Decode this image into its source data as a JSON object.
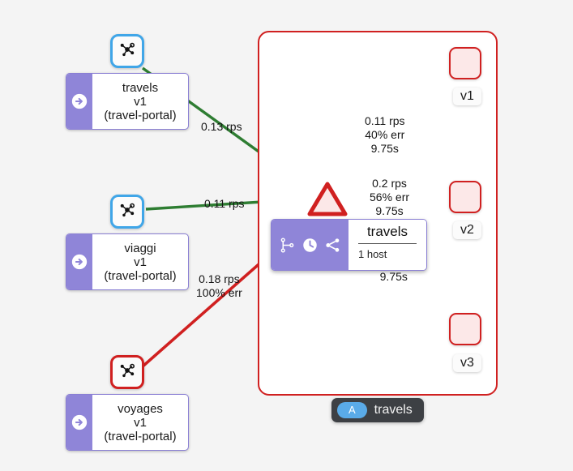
{
  "canvas": {
    "background": "#f4f4f4",
    "app_box_color": "#d02020"
  },
  "colors": {
    "healthy_edge": "#2e7d32",
    "error_edge": "#d02020",
    "workload_accent": "#8f85d8",
    "app_node_ok_border": "#40a6e8",
    "app_node_err_border": "#d02020",
    "version_box_fill": "#fce8e8",
    "legend_chip": "#5aabe8",
    "legend_background": "#3d4044"
  },
  "workloads": [
    {
      "id": "travels",
      "name": "travels",
      "version": "v1",
      "namespace": "(travel-portal)",
      "icon": "arrow-right-circle-icon",
      "node_icon": "topology-graph-icon",
      "node_state": "ok"
    },
    {
      "id": "viaggi",
      "name": "viaggi",
      "version": "v1",
      "namespace": "(travel-portal)",
      "icon": "arrow-right-circle-icon",
      "node_icon": "topology-graph-icon",
      "node_state": "ok"
    },
    {
      "id": "voyages",
      "name": "voyages",
      "version": "v1",
      "namespace": "(travel-portal)",
      "icon": "arrow-right-circle-icon",
      "node_icon": "topology-graph-icon",
      "node_state": "err"
    }
  ],
  "service": {
    "id": "travels-service",
    "shape": "triangle",
    "state": "err"
  },
  "versions": [
    {
      "id": "v1",
      "label": "v1",
      "state": "err"
    },
    {
      "id": "v2",
      "label": "v2",
      "state": "err"
    },
    {
      "id": "v3",
      "label": "v3",
      "state": "err"
    }
  ],
  "edges": [
    {
      "id": "travels-to-service",
      "from": "travels",
      "to": "travels-service",
      "health": "healthy",
      "rate": "0.13 rps",
      "errors": "",
      "latency": ""
    },
    {
      "id": "viaggi-to-service",
      "from": "viaggi",
      "to": "travels-service",
      "health": "healthy",
      "rate": "0.11 rps",
      "errors": "",
      "latency": ""
    },
    {
      "id": "voyages-to-service",
      "from": "voyages",
      "to": "travels-service",
      "health": "error",
      "rate": "0.18 rps",
      "errors": "100% err",
      "latency": ""
    },
    {
      "id": "service-to-v1",
      "from": "travels-service",
      "to": "v1",
      "health": "error",
      "rate": "0.11 rps",
      "errors": "40% err",
      "latency": "9.75s"
    },
    {
      "id": "service-to-v2",
      "from": "travels-service",
      "to": "v2",
      "health": "error",
      "rate": "0.2 rps",
      "errors": "56% err",
      "latency": "9.75s"
    },
    {
      "id": "service-to-v3",
      "from": "travels-service",
      "to": "v3",
      "health": "error",
      "rate": "0.11 rps",
      "errors": "40% err",
      "latency": "9.75s"
    }
  ],
  "popup": {
    "title": "travels",
    "subtitle": "1 host",
    "actions": [
      {
        "id": "traffic",
        "icon": "sitemap-icon",
        "label": "Show traffic"
      },
      {
        "id": "traces",
        "icon": "clock-icon",
        "label": "Show traces"
      },
      {
        "id": "graph",
        "icon": "share-nodes-icon",
        "label": "Show graph"
      }
    ]
  },
  "legend": {
    "chip": "A",
    "label": "travels"
  }
}
